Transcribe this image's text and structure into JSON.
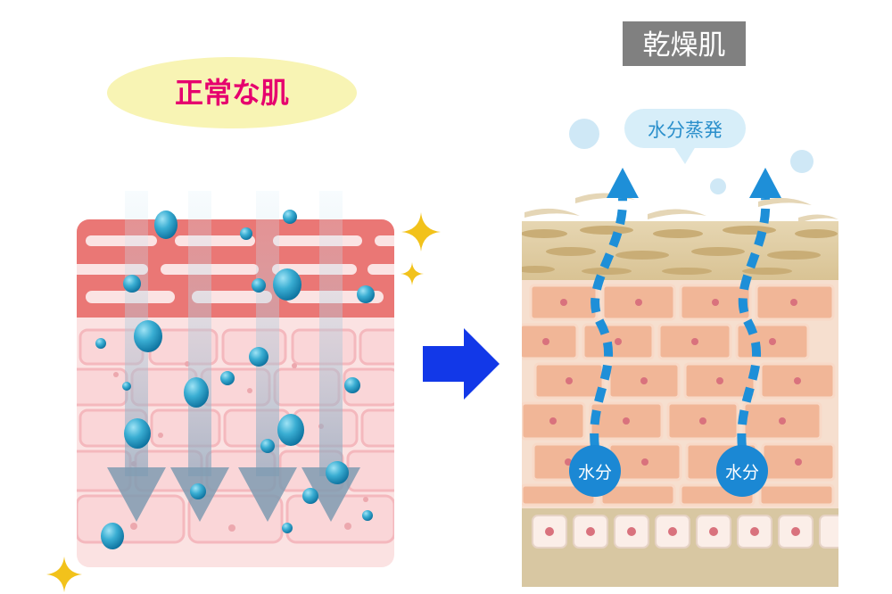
{
  "left_panel": {
    "title": "正常な肌",
    "colors": {
      "title_text": "#e6006e",
      "title_bubble": "#f8f4b4",
      "sparkle": "#f2c21b",
      "water": "#1f8ab6"
    }
  },
  "right_panel": {
    "title": "乾燥肌",
    "evaporation_label": "水分蒸発",
    "moisture_labels": [
      "水分",
      "水分"
    ],
    "colors": {
      "title_box": "#808080",
      "arrow": "#1e8fd8",
      "moisture_circle": "#1b88d4"
    }
  },
  "transition_arrow": {
    "color": "#1238e8"
  }
}
